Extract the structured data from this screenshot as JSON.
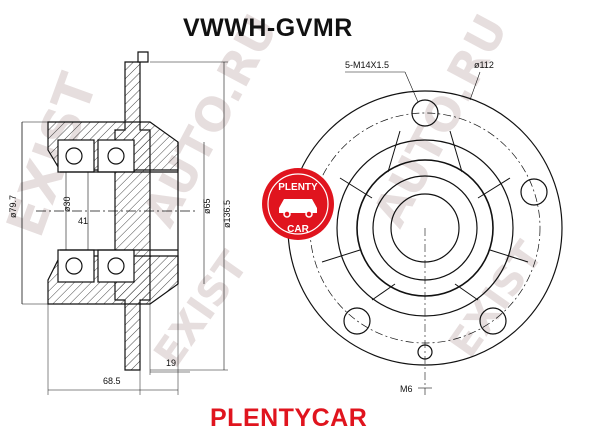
{
  "part_number": "VWWH-GVMR",
  "brand": "PLENTYCAR",
  "logo": {
    "text_top": "PLENTY",
    "text_bottom": "CAR",
    "color": "#e0141e",
    "icon": "car-icon"
  },
  "watermark": {
    "left": "EXIST",
    "mid": "AUTO.RU",
    "right": "AUTO.RU",
    "lower": "EXIST",
    "lower_right": "EXIST"
  },
  "dimensions": {
    "overall_diameter": "ø79.7",
    "inner_diameter": "ø30",
    "bearing_width": "41",
    "pilot_diameter": "ø65",
    "flange_diameter": "ø136.5",
    "flange_thickness": "19",
    "overall_length": "68.5",
    "stud_spec": "5-M14X1.5",
    "pcd": "ø112",
    "hole_thread": "M6"
  },
  "colors": {
    "line": "#111111",
    "accent": "#e0141e",
    "watermark": "#e6dede"
  }
}
